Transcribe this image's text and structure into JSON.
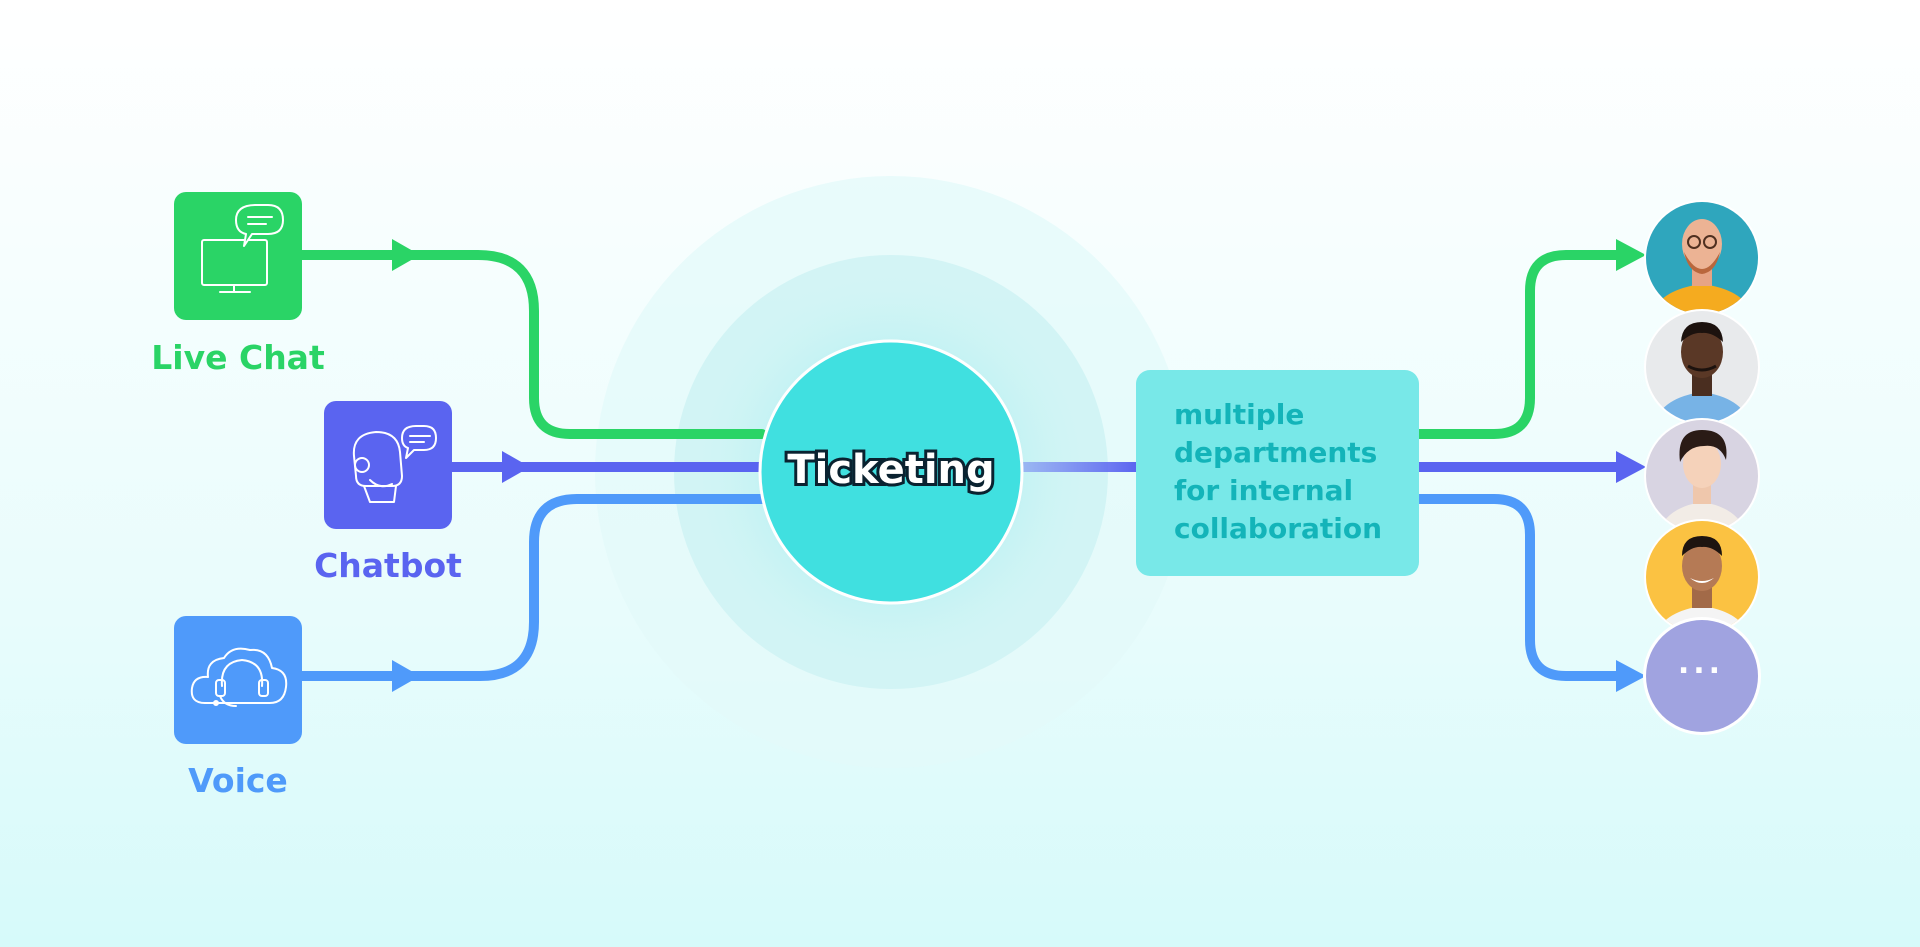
{
  "colors": {
    "live_chat": "#2ad466",
    "chatbot": "#5a64f0",
    "voice": "#4f9afa",
    "ticketing": "#40e0e0",
    "department_box": "#78e8e8",
    "department_text": "#13b4b9",
    "more_agents": "#a0a3e0"
  },
  "channels": {
    "live_chat": {
      "label": "Live Chat",
      "icon": "monitor-chat-icon"
    },
    "chatbot": {
      "label": "Chatbot",
      "icon": "robot-chat-icon"
    },
    "voice": {
      "label": "Voice",
      "icon": "cloud-headset-icon"
    }
  },
  "hub": {
    "label": "Ticketing"
  },
  "departments": {
    "lines": [
      "multiple",
      "departments",
      "for internal",
      "collaboration"
    ]
  },
  "agents": {
    "avatars": [
      "agent-1-avatar",
      "agent-2-avatar",
      "agent-3-avatar",
      "agent-4-avatar"
    ],
    "more_label": "..."
  }
}
